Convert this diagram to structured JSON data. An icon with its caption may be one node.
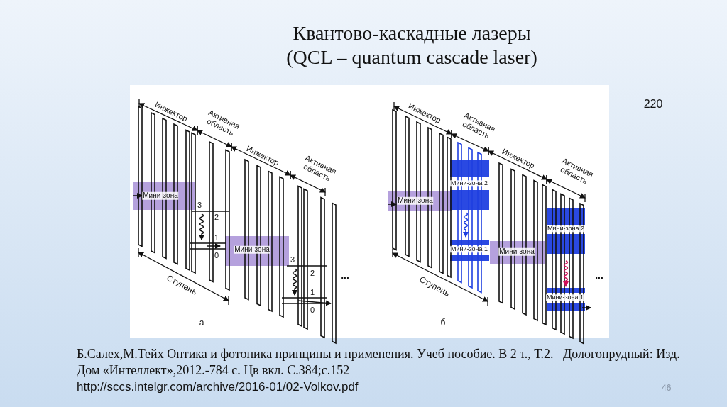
{
  "diagram": {
    "title": "Квантово-каскадные лазеры (QCL – quantum cascade laser)",
    "labels": [
      "220",
      "Инжектор",
      "Активная область",
      "Инжектор",
      "Активная область",
      "Мини-зона",
      "3",
      "2",
      "1",
      "0",
      "Мини-зона",
      "3",
      "2",
      "1",
      "0",
      "...",
      "Ступень",
      "а",
      "Инжектор",
      "Активная область",
      "Мини-зона 2",
      "Мини-зона",
      "Мини-зона 1",
      "Инжектор",
      "Активная область",
      "Мини-зона",
      "Мини-зона 2",
      "Мини-зона 1",
      "...",
      "Ступень",
      "б",
      "Б.Салех,М.Тейх Оптика и фотоника принципы и применения. Учеб пособие. В 2 т., Т.2. –Дологопрудный: Изд. Дом «Интеллект»,2012.-784 с. Цв вкл. С.384;с.152",
      "http://sccs.intelgr.com/archive/2016-01/02-Volkov.pdf",
      "46"
    ]
  }
}
